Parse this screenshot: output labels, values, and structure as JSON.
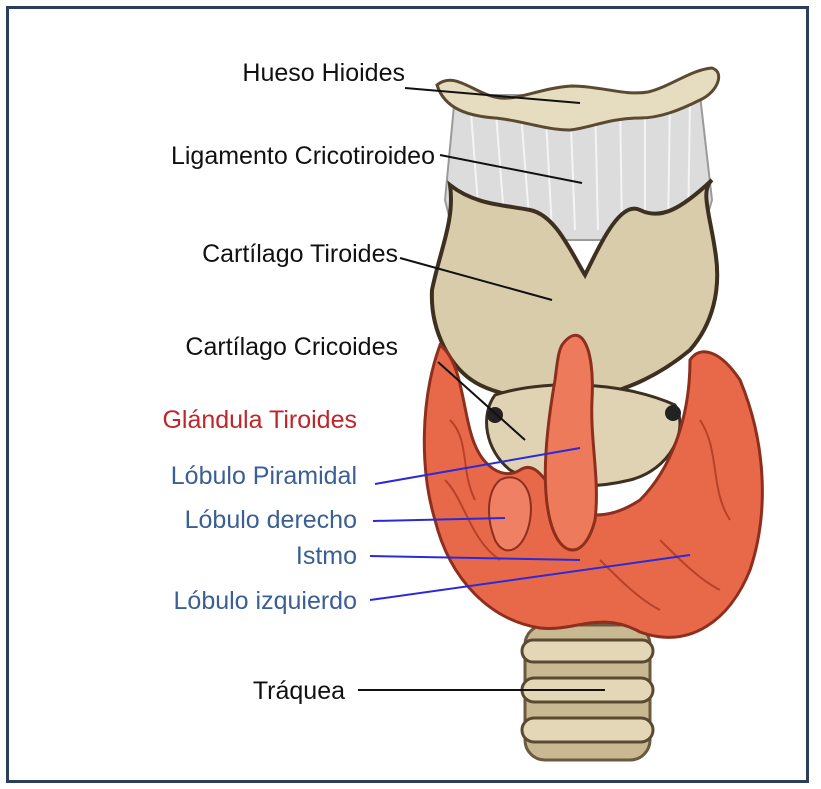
{
  "labels": {
    "hyoid": "Hueso Hioides",
    "cricothyroid_ligament": "Ligamento Cricotiroideo",
    "thyroid_cartilage": "Cartílago Tiroides",
    "cricoid_cartilage": "Cartílago Cricoides",
    "thyroid_gland": "Glándula Tiroides",
    "pyramidal_lobe": "Lóbulo Piramidal",
    "right_lobe": "Lóbulo derecho",
    "isthmus": "Istmo",
    "left_lobe": "Lóbulo izquierdo",
    "trachea": "Tráquea"
  },
  "colors": {
    "frame": "#2d3e5c",
    "structure_labels": "#111111",
    "gland_heading": "#c0252a",
    "gland_parts": "#3a5f94",
    "gland_tissue": "#e8694a",
    "cartilage": "#d9ccaa"
  }
}
